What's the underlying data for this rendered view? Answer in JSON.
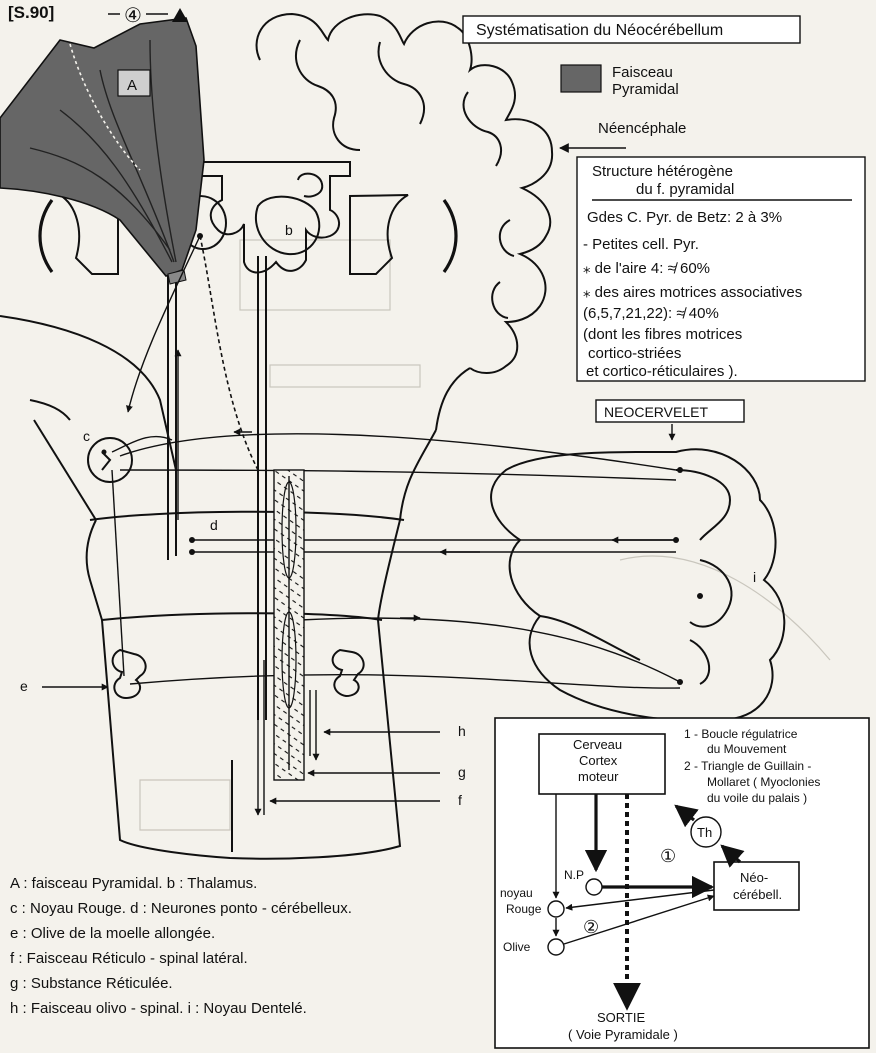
{
  "figure_ref": "[S.90]",
  "area_mark": "④",
  "title": "Systématisation du Néocérébellum",
  "legend": {
    "line1": "Faisceau",
    "line2": "Pyramidal"
  },
  "neencephale": "Néencéphale",
  "structure_box": {
    "title_line1": "Structure hétérogène",
    "title_line2": "du f. pyramidal",
    "line1": "Gdes C. Pyr. de Betz: 2 à 3%",
    "line2": "- Petites cell. Pyr.",
    "line3": "⁎ de l'aire 4: ≉ 60%",
    "line4": "⁎ des aires motrices associatives",
    "line5": "(6,5,7,21,22): ≉ 40%",
    "line6": "(dont les fibres motrices",
    "line7": "cortico-striées",
    "line8": "et cortico-réticulaires )."
  },
  "neocervelet": "NEOCERVELET",
  "letters": {
    "A": "A",
    "b": "b",
    "c": "c",
    "d": "d",
    "e": "e",
    "h": "h",
    "g": "g",
    "f": "f",
    "i": "i"
  },
  "key": [
    "A : faisceau Pyramidal.  b : Thalamus.",
    "c : Noyau Rouge.  d : Neurones ponto - cérébelleux.",
    "e : Olive de la moelle allongée.",
    "f : Faisceau Réticulo - spinal latéral.",
    "g : Substance  Réticulée.",
    "h : Faisceau olivo - spinal.  i : Noyau Dentelé."
  ],
  "schema": {
    "cortex_line1": "Cerveau",
    "cortex_line2": "Cortex",
    "cortex_line3": "moteur",
    "note1_line1": "1 - Boucle régulatrice",
    "note1_line2": "du Mouvement",
    "note2_line1": "2 - Triangle de Guillain -",
    "note2_line2": "Mollaret ( Myoclonies",
    "note2_line3": "du voile du palais )",
    "th": "Th",
    "neo_line1": "Néo-",
    "neo_line2": "cérébell.",
    "np": "N.P",
    "noyau_line1": "noyau",
    "noyau_line2": "Rouge",
    "olive": "Olive",
    "circle1": "①",
    "circle2": "②",
    "sortie": "SORTIE",
    "voie": "( Voie Pyramidale )"
  }
}
